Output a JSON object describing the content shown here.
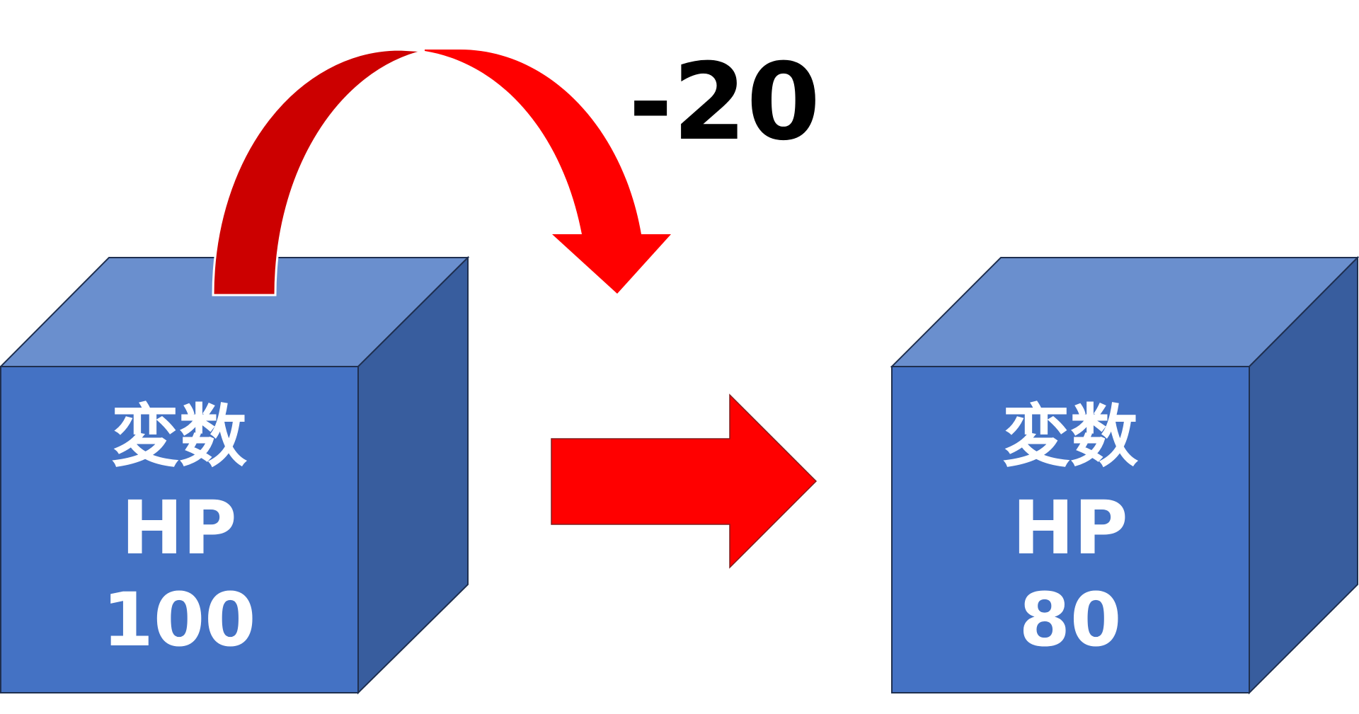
{
  "colors": {
    "cube_front": "#4472C4",
    "cube_top": "#6A8FCE",
    "cube_side": "#385D9E",
    "cube_edge": "#1F2F4F",
    "arrow_dark": "#CC0000",
    "arrow_red": "#FF0000"
  },
  "before_box": {
    "line1": "変数",
    "line2": "HP",
    "value": "100"
  },
  "after_box": {
    "line1": "変数",
    "line2": "HP",
    "value": "80"
  },
  "operation": {
    "delta_label": "-20"
  }
}
